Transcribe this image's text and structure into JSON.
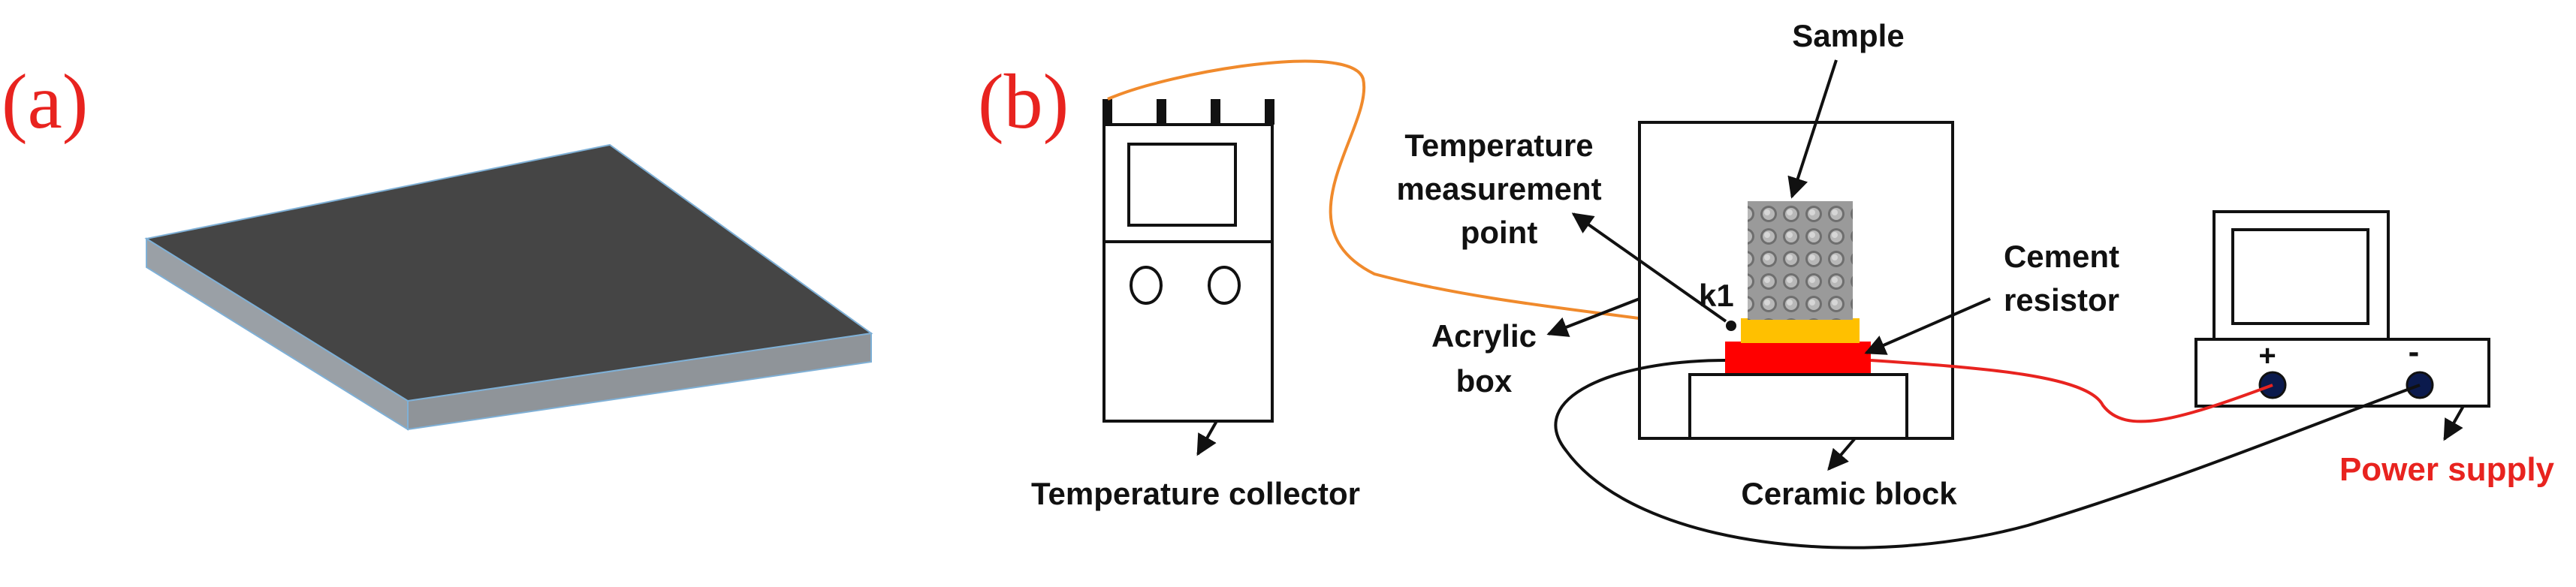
{
  "panels": {
    "a": "(a)",
    "b": "(b)"
  },
  "labels": {
    "sample": "Sample",
    "temp_point_1": "Temperature",
    "temp_point_2": "measurement",
    "temp_point_3": "point",
    "k1": "k1",
    "acrylic_1": "Acrylic",
    "acrylic_2": "box",
    "cement_1": "Cement",
    "cement_2": "resistor",
    "ceramic": "Ceramic block",
    "collector": "Temperature collector",
    "power": "Power supply",
    "plus": "+",
    "minus": "-"
  },
  "colors": {
    "panel_label": "#e8231f",
    "power_label": "#e8231f",
    "thermocouple_wire": "#f08a2c",
    "red_wire": "#e8231f",
    "black_wire": "#111111",
    "sample_pad": "#ffc000",
    "resistor": "#ff0000",
    "sample_grid": "#9a9a9a",
    "plate_top": "#454545",
    "plate_side": "#8f9499"
  }
}
